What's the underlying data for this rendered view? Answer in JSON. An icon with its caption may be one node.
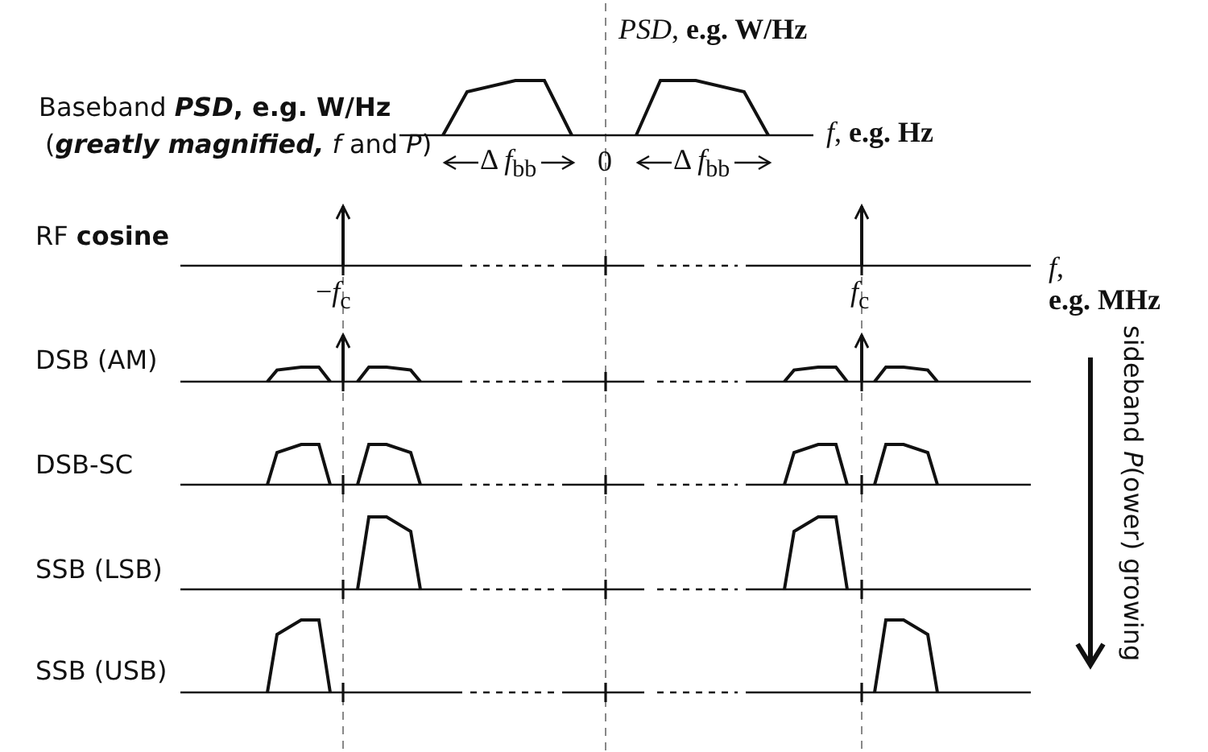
{
  "diagram": {
    "labels": [
      "*PSD*, **e.g. W/Hz**",
      "Baseband ***PSD*, e.g. W/Hz**",
      "(**greatly magnified,** *f* and *P*)",
      "*f*, **e.g. Hz**",
      "Δ *f*$_{bb}$",
      "0",
      "Δ *f*$_{bb}$",
      "RF **cosine**",
      "−*f*$_{c}$",
      "*f*$_{c}$",
      "*f*,",
      "e.g. MHz",
      "DSB (AM)",
      "DSB-SC",
      "SSB (LSB)",
      "SSB (USB)",
      "sideband *P*(ower) growing"
    ]
  }
}
